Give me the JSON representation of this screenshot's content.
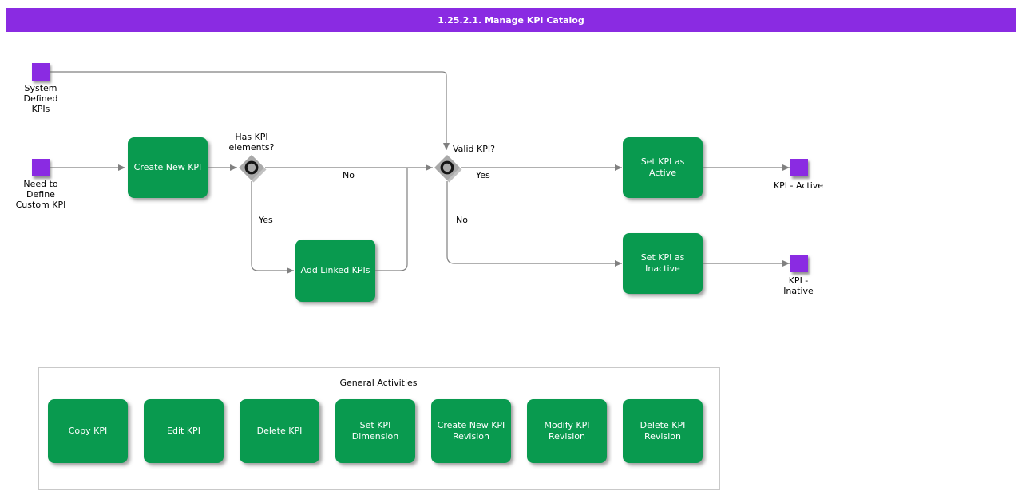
{
  "header": {
    "title": "1.25.2.1. Manage KPI Catalog"
  },
  "colors": {
    "purple": "#8a2be2",
    "green": "#099a4f",
    "line": "#808080",
    "gateway": "#a9a9a9"
  },
  "flow": {
    "events": {
      "system_defined": {
        "label": "System\nDefined\nKPIs"
      },
      "need_custom": {
        "label": "Need to\nDefine\nCustom KPI"
      },
      "kpi_active": {
        "label": "KPI - Active"
      },
      "kpi_inactive": {
        "label": "KPI -\nInative"
      }
    },
    "tasks": {
      "create_new": {
        "label": "Create New KPI"
      },
      "add_linked": {
        "label": "Add Linked KPIs"
      },
      "set_active": {
        "label": "Set KPI as\nActive"
      },
      "set_inactive": {
        "label": "Set KPI as\nInactive"
      }
    },
    "gateways": {
      "has_elements": {
        "label": "Has KPI\nelements?",
        "yes": "Yes",
        "no": "No"
      },
      "valid_kpi": {
        "label": "Valid KPI?",
        "yes": "Yes",
        "no": "No"
      }
    }
  },
  "general": {
    "title": "General Activities",
    "tasks": [
      {
        "label": "Copy KPI"
      },
      {
        "label": "Edit KPI"
      },
      {
        "label": "Delete KPI"
      },
      {
        "label": "Set KPI\nDimension"
      },
      {
        "label": "Create New KPI\nRevision"
      },
      {
        "label": "Modify KPI\nRevision"
      },
      {
        "label": "Delete KPI\nRevision"
      }
    ]
  }
}
